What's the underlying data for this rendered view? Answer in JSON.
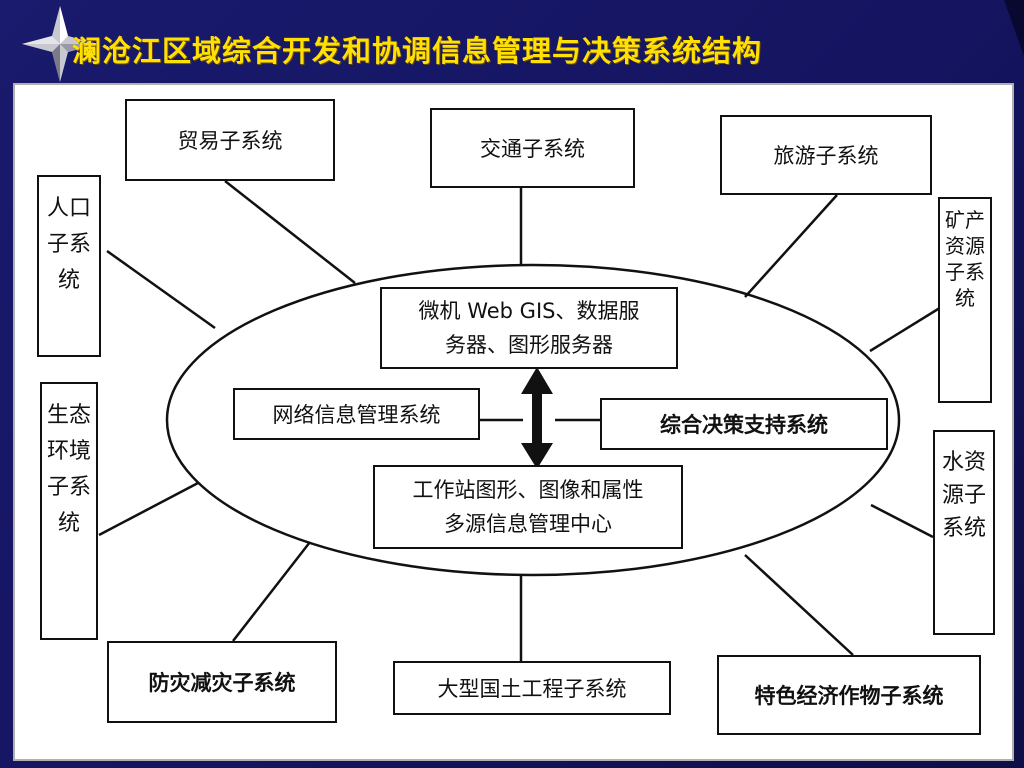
{
  "slide": {
    "title": "澜沧江区域综合开发和协调信息管理与决策系统结构"
  },
  "diagram": {
    "outer_nodes": {
      "trade": "贸易子系统",
      "transport": "交通子系统",
      "tourism": "旅游子系统",
      "population": "人口子系统",
      "mineral": "矿产资源子系统",
      "ecology": "生态环境子系统",
      "water": "水资源子系统",
      "disaster": "防灾减灾子系统",
      "land": "大型国土工程子系统",
      "crops": "特色经济作物子系统"
    },
    "inner_nodes": {
      "server": "微机 Web GIS、数据服\n务器、图形服务器",
      "network": "网络信息管理系统",
      "decision": "综合决策支持系统",
      "workstation": "工作站图形、图像和属性\n多源信息管理中心"
    }
  },
  "colors": {
    "background": "#1a1a6e",
    "title": "#ffe000",
    "panel": "#ffffff",
    "line": "#111111"
  },
  "icons": {
    "logo": "four-point-star-icon",
    "corner": "arrow-icon"
  }
}
